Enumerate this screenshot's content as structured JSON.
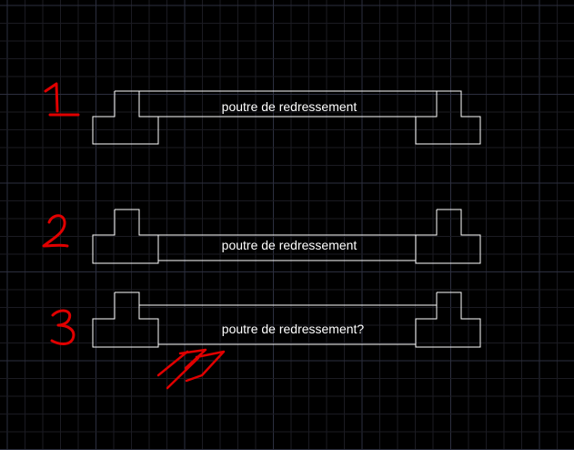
{
  "colors": {
    "background": "#000000",
    "grid_minor": "#1b1b22",
    "grid_major": "#2c2f3f",
    "outline": "#ffffff",
    "annotation": "#e00000",
    "text": "#ffffff"
  },
  "diagrams": [
    {
      "number": "1",
      "label": "poutre de redressement"
    },
    {
      "number": "2",
      "label": "poutre de redressement"
    },
    {
      "number": "3",
      "label": "poutre de redressement?"
    }
  ],
  "annotation": {
    "description_icon": "red-hatch-arrows-icon"
  }
}
